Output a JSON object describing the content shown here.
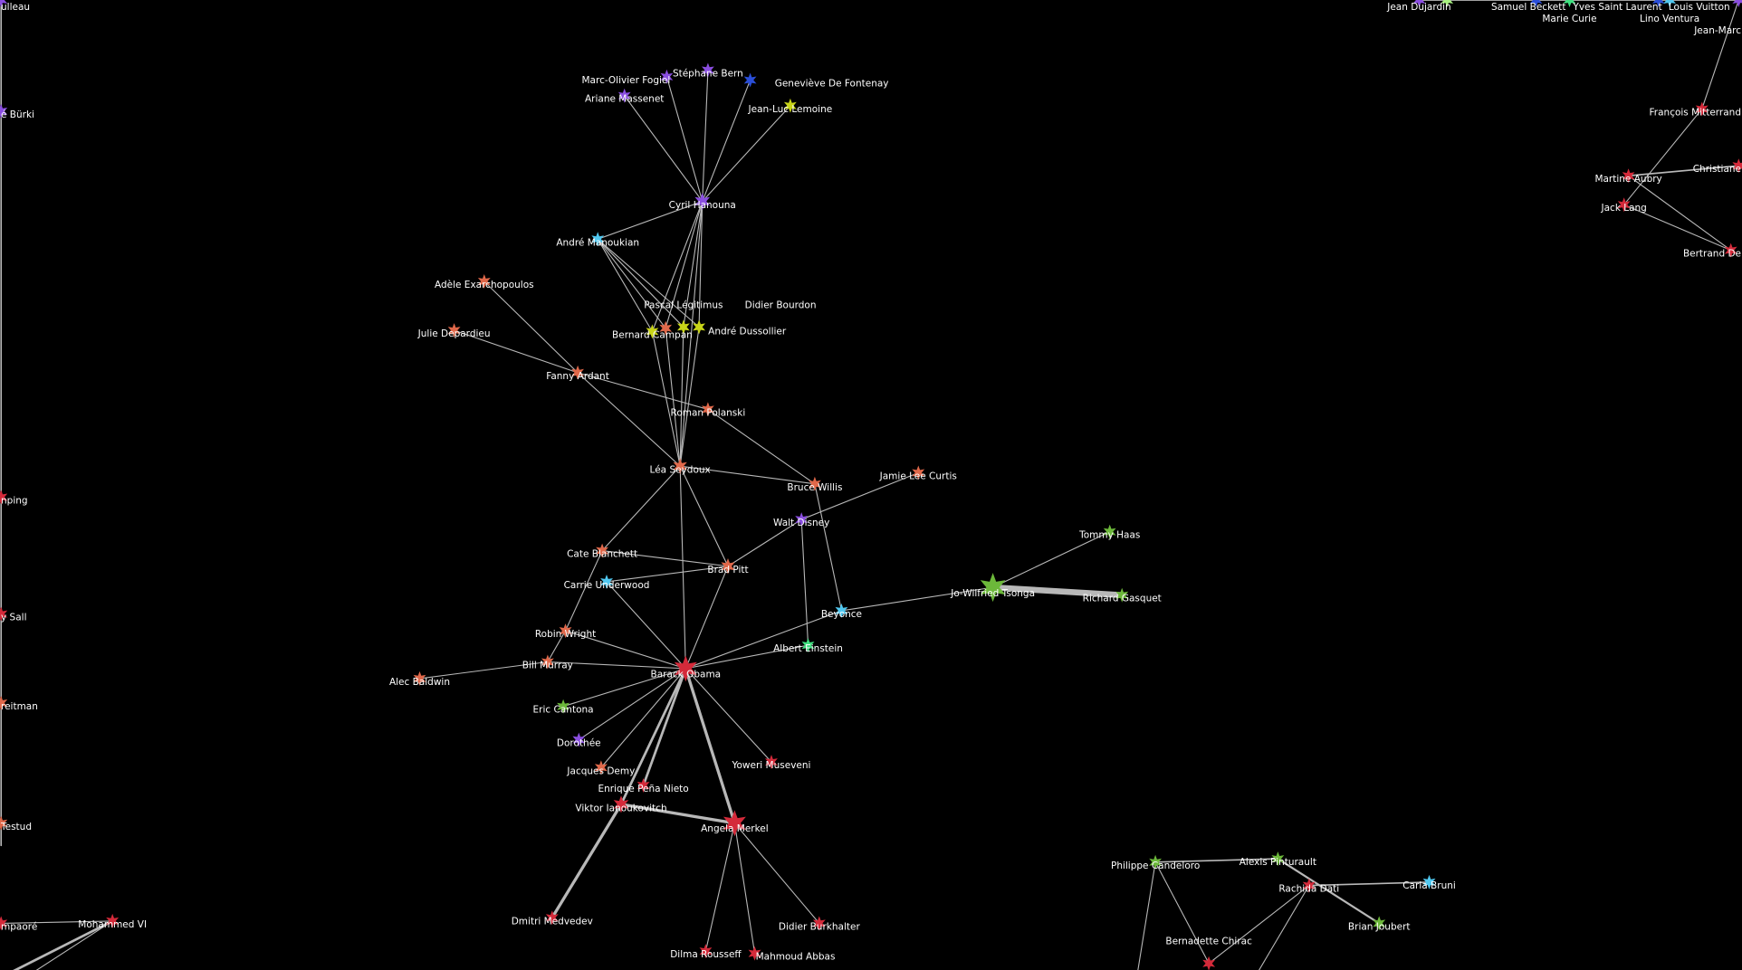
{
  "graph": {
    "colors": {
      "red": "#d42a3a",
      "salmon": "#e0684a",
      "purple": "#8a4ee0",
      "blue": "#2a4ed8",
      "yellow": "#c8d418",
      "cyan": "#50c8f0",
      "green": "#6cb83a",
      "mint": "#40e080",
      "lightgreen": "#a8f080",
      "edge": "#b8b8b8",
      "background": "#000000",
      "label": "#ffffff"
    },
    "nodes": [
      {
        "id": "cyril",
        "label": "Cyril Hanouna",
        "color": "purple",
        "size": 1.2
      },
      {
        "id": "stephane",
        "label": "Stéphane Bern",
        "color": "purple",
        "size": 1
      },
      {
        "id": "marc",
        "label": "Marc-Olivier Fogiel",
        "color": "purple",
        "size": 1
      },
      {
        "id": "ariane",
        "label": "Ariane Massenet",
        "color": "purple",
        "size": 1
      },
      {
        "id": "genevieve",
        "label": "Geneviève De Fontenay",
        "color": "blue",
        "size": 1
      },
      {
        "id": "jeanluc",
        "label": "Jean-Luc Lemoine",
        "color": "yellow",
        "size": 1
      },
      {
        "id": "andrem",
        "label": "André Manoukian",
        "color": "cyan",
        "size": 1
      },
      {
        "id": "bernard",
        "label": "Bernard Campan",
        "color": "yellow",
        "size": 1
      },
      {
        "id": "andred",
        "label": "André Dussollier",
        "color": "salmon",
        "size": 1
      },
      {
        "id": "pascal",
        "label": "Pascal Légitimus",
        "color": "yellow",
        "size": 1
      },
      {
        "id": "didierb",
        "label": "Didier Bourdon",
        "color": "yellow",
        "size": 1
      },
      {
        "id": "adele",
        "label": "Adèle Exarchopoulos",
        "color": "salmon",
        "size": 1
      },
      {
        "id": "julie",
        "label": "Julie Depardieu",
        "color": "salmon",
        "size": 1
      },
      {
        "id": "fanny",
        "label": "Fanny Ardant",
        "color": "salmon",
        "size": 1
      },
      {
        "id": "roman",
        "label": "Roman Polanski",
        "color": "salmon",
        "size": 1
      },
      {
        "id": "lea",
        "label": "Léa Seydoux",
        "color": "salmon",
        "size": 1.1
      },
      {
        "id": "bruce",
        "label": "Bruce Willis",
        "color": "salmon",
        "size": 1
      },
      {
        "id": "jamie",
        "label": "Jamie Lee Curtis",
        "color": "salmon",
        "size": 1
      },
      {
        "id": "walt",
        "label": "Walt Disney",
        "color": "purple",
        "size": 1
      },
      {
        "id": "cate",
        "label": "Cate Blanchett",
        "color": "salmon",
        "size": 1
      },
      {
        "id": "brad",
        "label": "Brad Pitt",
        "color": "salmon",
        "size": 1.1
      },
      {
        "id": "carrie",
        "label": "Carrie Underwood",
        "color": "cyan",
        "size": 1
      },
      {
        "id": "beyonce",
        "label": "Beyonce",
        "color": "cyan",
        "size": 1
      },
      {
        "id": "tsonga",
        "label": "Jo-Wilfried Tsonga",
        "color": "green",
        "size": 2
      },
      {
        "id": "tommy",
        "label": "Tommy Haas",
        "color": "green",
        "size": 1
      },
      {
        "id": "richard",
        "label": "Richard Gasquet",
        "color": "green",
        "size": 1
      },
      {
        "id": "albert",
        "label": "Albert Einstein",
        "color": "mint",
        "size": 1
      },
      {
        "id": "robin",
        "label": "Robin Wright",
        "color": "salmon",
        "size": 1
      },
      {
        "id": "bill",
        "label": "Bill Murray",
        "color": "salmon",
        "size": 1
      },
      {
        "id": "alec",
        "label": "Alec Baldwin",
        "color": "salmon",
        "size": 1
      },
      {
        "id": "obama",
        "label": "Barack Obama",
        "color": "red",
        "size": 1.8
      },
      {
        "id": "eric",
        "label": "Eric Cantona",
        "color": "green",
        "size": 1
      },
      {
        "id": "dorothee",
        "label": "Dorothée",
        "color": "purple",
        "size": 1
      },
      {
        "id": "jacques",
        "label": "Jacques Demy",
        "color": "salmon",
        "size": 1
      },
      {
        "id": "enrique",
        "label": "Enrique Peña Nieto",
        "color": "red",
        "size": 1
      },
      {
        "id": "viktor",
        "label": "Viktor Ianoukovitch",
        "color": "red",
        "size": 1.2
      },
      {
        "id": "yoweri",
        "label": "Yoweri Museveni",
        "color": "red",
        "size": 1
      },
      {
        "id": "angela",
        "label": "Angela Merkel",
        "color": "red",
        "size": 1.8
      },
      {
        "id": "dmitri",
        "label": "Dmitri Medvedev",
        "color": "red",
        "size": 1
      },
      {
        "id": "dilma",
        "label": "Dilma Rousseff",
        "color": "red",
        "size": 1
      },
      {
        "id": "mahmoud",
        "label": "Mahmoud Abbas",
        "color": "red",
        "size": 1
      },
      {
        "id": "didierbk",
        "label": "Didier Burkhalter",
        "color": "red",
        "size": 1
      },
      {
        "id": "philippe",
        "label": "Philippe Candeloro",
        "color": "green",
        "size": 1
      },
      {
        "id": "alexis",
        "label": "Alexis Pinturault",
        "color": "green",
        "size": 1
      },
      {
        "id": "rachida",
        "label": "Rachida Dati",
        "color": "red",
        "size": 1
      },
      {
        "id": "carla",
        "label": "Carla Bruni",
        "color": "cyan",
        "size": 1
      },
      {
        "id": "brian",
        "label": "Brian Joubert",
        "color": "green",
        "size": 1
      },
      {
        "id": "bernadette",
        "label": "Bernadette Chirac",
        "color": "red",
        "size": 1
      },
      {
        "id": "francois",
        "label": "François Mitterrand",
        "color": "red",
        "size": 1
      },
      {
        "id": "martine",
        "label": "Martine Aubry",
        "color": "red",
        "size": 1
      },
      {
        "id": "jack",
        "label": "Jack Lang",
        "color": "red",
        "size": 1
      },
      {
        "id": "bertrand",
        "label": "Bertrand De",
        "color": "red",
        "size": 1
      },
      {
        "id": "christiane",
        "label": "Christiane",
        "color": "red",
        "size": 1
      },
      {
        "id": "mohammed",
        "label": "Mohammed VI",
        "color": "red",
        "size": 1
      },
      {
        "id": "l_ulleau",
        "label": "ulleau",
        "color": "purple",
        "size": 1
      },
      {
        "id": "l_burki",
        "label": "é Bürki",
        "color": "purple",
        "size": 1
      },
      {
        "id": "l_nping",
        "label": "nping",
        "color": "red",
        "size": 1
      },
      {
        "id": "l_sall",
        "label": "y Sall",
        "color": "red",
        "size": 1
      },
      {
        "id": "l_reitman",
        "label": "reitman",
        "color": "salmon",
        "size": 1
      },
      {
        "id": "l_testud",
        "label": "Testud",
        "color": "salmon",
        "size": 1
      },
      {
        "id": "l_mpaore",
        "label": "mpaoré",
        "color": "red",
        "size": 1
      },
      {
        "id": "t_jean",
        "label": "Jean Dujardin",
        "color": "purple",
        "size": 1
      },
      {
        "id": "t_samuel",
        "label": "Samuel Beckett",
        "color": "lightgreen",
        "size": 1
      },
      {
        "id": "t_yves",
        "label": "Yves Saint Laurent",
        "color": "blue",
        "size": 1
      },
      {
        "id": "t_marie",
        "label": "Marie Curie",
        "color": "mint",
        "size": 1
      },
      {
        "id": "t_louis",
        "label": "Louis Vuitton",
        "color": "blue",
        "size": 1
      },
      {
        "id": "t_ventura",
        "label": "Lino Ventura",
        "color": "cyan",
        "size": 1
      },
      {
        "id": "t_jeanmarc",
        "label": "Jean-Marc",
        "color": "purple",
        "size": 1
      }
    ],
    "edges": [
      [
        "cyril",
        "stephane",
        1
      ],
      [
        "cyril",
        "marc",
        1
      ],
      [
        "cyril",
        "ariane",
        1
      ],
      [
        "cyril",
        "genevieve",
        1
      ],
      [
        "cyril",
        "jeanluc",
        1
      ],
      [
        "cyril",
        "andrem",
        1
      ],
      [
        "cyril",
        "bernard",
        1
      ],
      [
        "cyril",
        "andred",
        1
      ],
      [
        "cyril",
        "pascal",
        1
      ],
      [
        "cyril",
        "didierb",
        1
      ],
      [
        "cyril",
        "lea",
        1
      ],
      [
        "andrem",
        "bernard",
        1
      ],
      [
        "andrem",
        "pascal",
        1
      ],
      [
        "andrem",
        "didierb",
        1
      ],
      [
        "andrem",
        "andred",
        1
      ],
      [
        "bernard",
        "lea",
        1
      ],
      [
        "andred",
        "lea",
        1
      ],
      [
        "pascal",
        "lea",
        1
      ],
      [
        "didierb",
        "lea",
        1
      ],
      [
        "adele",
        "fanny",
        1
      ],
      [
        "julie",
        "fanny",
        1
      ],
      [
        "fanny",
        "roman",
        1
      ],
      [
        "fanny",
        "lea",
        1
      ],
      [
        "roman",
        "bruce",
        1
      ],
      [
        "lea",
        "bruce",
        1
      ],
      [
        "lea",
        "brad",
        1
      ],
      [
        "lea",
        "cate",
        1
      ],
      [
        "lea",
        "obama",
        1
      ],
      [
        "bruce",
        "beyonce",
        1
      ],
      [
        "jamie",
        "walt",
        1
      ],
      [
        "walt",
        "brad",
        1
      ],
      [
        "walt",
        "albert",
        1
      ],
      [
        "cate",
        "brad",
        1
      ],
      [
        "cate",
        "robin",
        1
      ],
      [
        "carrie",
        "brad",
        1
      ],
      [
        "carrie",
        "obama",
        1
      ],
      [
        "brad",
        "obama",
        1
      ],
      [
        "beyonce",
        "tsonga",
        1
      ],
      [
        "beyonce",
        "obama",
        1
      ],
      [
        "albert",
        "obama",
        1
      ],
      [
        "tsonga",
        "tommy",
        1
      ],
      [
        "tsonga",
        "richard",
        6
      ],
      [
        "robin",
        "bill",
        1
      ],
      [
        "robin",
        "obama",
        1
      ],
      [
        "bill",
        "obama",
        1
      ],
      [
        "alec",
        "bill",
        1
      ],
      [
        "obama",
        "eric",
        1
      ],
      [
        "obama",
        "dorothee",
        1
      ],
      [
        "obama",
        "jacques",
        1
      ],
      [
        "obama",
        "enrique",
        2.5
      ],
      [
        "obama",
        "viktor",
        2.5
      ],
      [
        "obama",
        "angela",
        3
      ],
      [
        "obama",
        "yoweri",
        1
      ],
      [
        "viktor",
        "angela",
        3
      ],
      [
        "viktor",
        "dmitri",
        3
      ],
      [
        "angela",
        "dilma",
        1
      ],
      [
        "angela",
        "mahmoud",
        1
      ],
      [
        "angela",
        "didierbk",
        1
      ],
      [
        "philippe",
        "alexis",
        1.5
      ],
      [
        "philippe",
        "bernadette",
        1
      ],
      [
        "alexis",
        "brian",
        2
      ],
      [
        "rachida",
        "carla",
        1.5
      ],
      [
        "rachida",
        "bernadette",
        1
      ],
      [
        "francois",
        "t_jeanmarc",
        1
      ],
      [
        "francois",
        "jack",
        1
      ],
      [
        "martine",
        "christiane",
        1.5
      ],
      [
        "martine",
        "bertrand",
        1
      ],
      [
        "jack",
        "bertrand",
        1
      ],
      [
        "mohammed",
        "l_mpaore",
        1
      ],
      [
        "l_ulleau",
        "l_burki",
        1.5
      ],
      [
        "l_burki",
        "l_nping",
        1.5
      ],
      [
        "l_nping",
        "l_sall",
        1.5
      ],
      [
        "l_sall",
        "l_reitman",
        1.5
      ],
      [
        "l_reitman",
        "l_testud",
        1.5
      ],
      [
        "t_jean",
        "t_jeanmarc",
        1.5
      ]
    ]
  }
}
